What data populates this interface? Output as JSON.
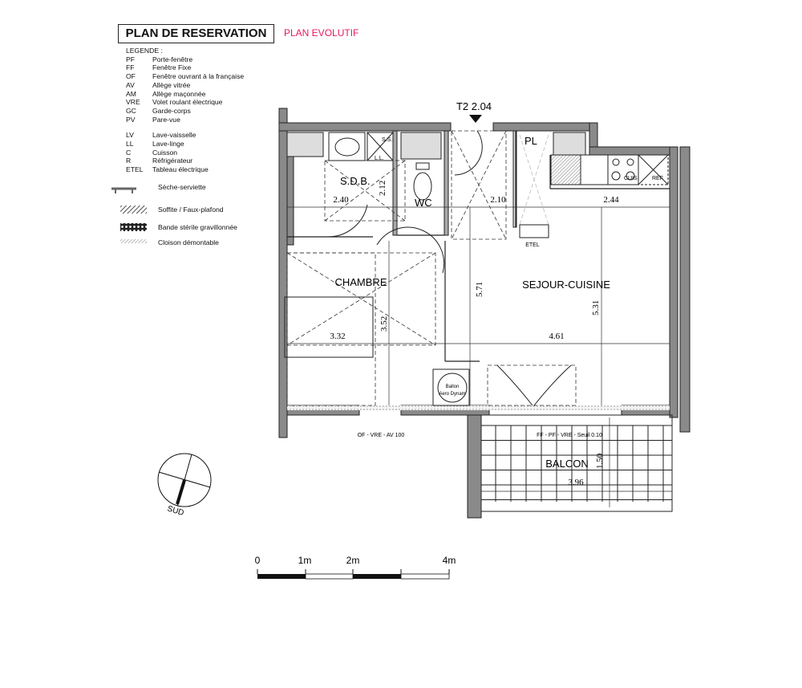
{
  "header": {
    "title": "PLAN DE RESERVATION",
    "subtitle": "PLAN EVOLUTIF"
  },
  "legend": {
    "heading": "LEGENDE :",
    "items": [
      {
        "abbr": "PF",
        "label": "Porte-fenêtre"
      },
      {
        "abbr": "FF",
        "label": "Fenêtre Fixe"
      },
      {
        "abbr": "OF",
        "label": "Fenêtre ouvrant à la française"
      },
      {
        "abbr": "AV",
        "label": "Allège vitrée"
      },
      {
        "abbr": "AM",
        "label": "Allège maçonnée"
      },
      {
        "abbr": "VRE",
        "label": "Volet roulant électrique"
      },
      {
        "abbr": "GC",
        "label": "Garde-corps"
      },
      {
        "abbr": "PV",
        "label": "Pare-vue"
      }
    ],
    "equipment": [
      {
        "abbr": "LV",
        "label": "Lave-vaisselle"
      },
      {
        "abbr": "LL",
        "label": "Lave-linge"
      },
      {
        "abbr": "C",
        "label": "Cuisson"
      },
      {
        "abbr": "R",
        "label": "Réfrigérateur"
      },
      {
        "abbr": "ETEL",
        "label": "Tableau électrique"
      }
    ],
    "symbols": [
      "Sèche-serviette",
      "Soffite / Faux-plafond",
      "Bande stérile gravillonnée",
      "Cloison démontable"
    ]
  },
  "plan": {
    "unit": "T2 2.04",
    "rooms": {
      "sdb": "S.D.B.",
      "wc": "WC",
      "pl": "PL",
      "chambre": "CHAMBRE",
      "sejour": "SEJOUR-CUISINE",
      "balcon": "BALCON"
    },
    "dims": {
      "sdb_w": "2.40",
      "sdb_h": "2.12",
      "entry": "2.10",
      "kitchen": "2.44",
      "sejour_h1": "5.71",
      "sejour_h2": "5.31",
      "chambre_w": "3.32",
      "chambre_h": "3.52",
      "sejour_w": "4.61",
      "balcon_w": "3.96",
      "balcon_h": "1.50"
    },
    "fixtures": {
      "ss": "S.S.",
      "ll": "L.L.",
      "cuis": "CUIS",
      "ref": "REF",
      "etel": "ETEL",
      "ballon1": "Ballon",
      "ballon2": "Aero Dynam"
    },
    "windows": {
      "chambre": "OF - VRE - AV 100",
      "sejour": "FF - PF - VRE - Seuil  0.10"
    }
  },
  "compass": {
    "label": "SUD"
  },
  "scale": {
    "labels": [
      "0",
      "1m",
      "2m",
      "4m"
    ]
  }
}
